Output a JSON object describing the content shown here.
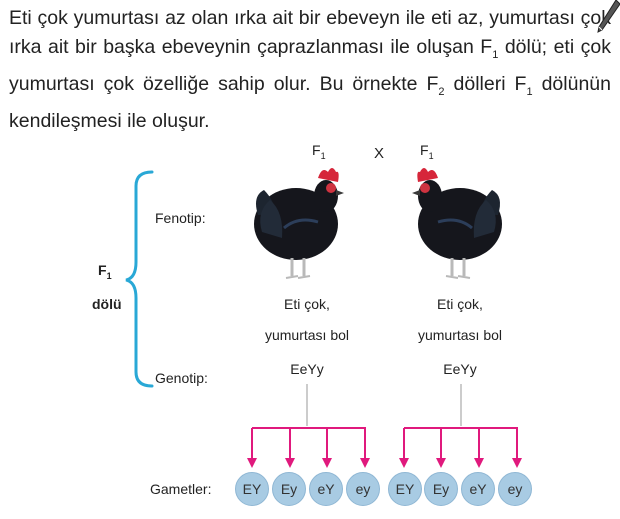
{
  "intro": {
    "part1": "Eti çok yumurtası az olan ırka ait bir ebeveyn ile eti az, yumurtası çok ırka ait bir başka ebeveynin çaprazlanması ile oluşan F",
    "sub1": "1",
    "part2": " dölü; eti çok yumurtası çok özelliğe sahip olur. Bu örnekte F",
    "sub2": "2",
    "part3": " dölleri F",
    "sub3": "1",
    "part4": " dölünün kendileşmesi ile oluşur."
  },
  "diagram": {
    "parent_left_label": "F",
    "parent_left_sub": "1",
    "cross_symbol": "X",
    "parent_right_label": "F",
    "parent_right_sub": "1",
    "fenotip_label": "Fenotip:",
    "genotip_label": "Genotip:",
    "gametler_label": "Gametler:",
    "group_label": "F",
    "group_sub": "1",
    "group_label2": "dölü",
    "left_phenotype_line1": "Eti çok,",
    "left_phenotype_line2": "yumurtası bol",
    "left_genotype": "EeYy",
    "right_phenotype_line1": "Eti çok,",
    "right_phenotype_line2": "yumurtası bol",
    "right_genotype": "EeYy",
    "left_gametes": [
      "EY",
      "Ey",
      "eY",
      "ey"
    ],
    "right_gametes": [
      "EY",
      "Ey",
      "eY",
      "ey"
    ]
  },
  "colors": {
    "arrow": "#e0197d",
    "brace": "#29a8d6",
    "gamete_fill": "#a8cbe3"
  }
}
